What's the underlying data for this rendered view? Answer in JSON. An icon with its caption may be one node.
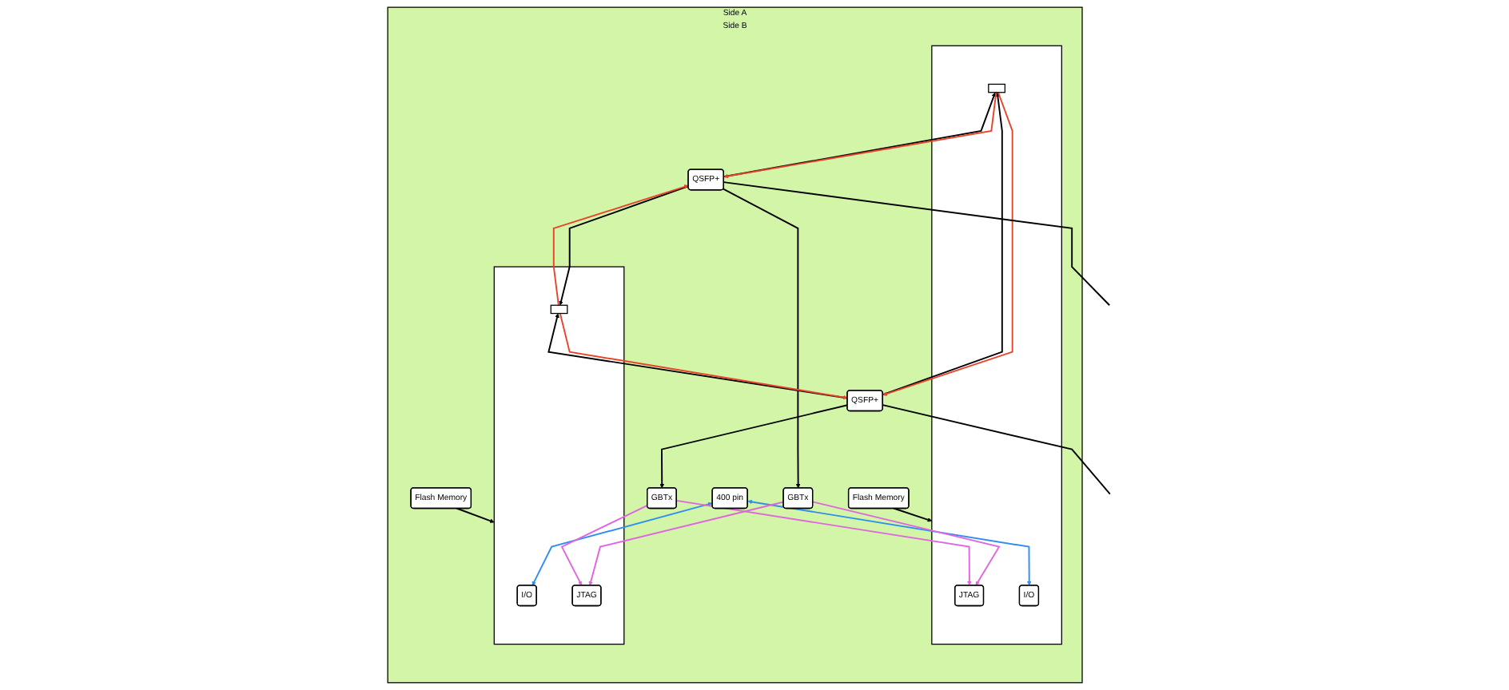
{
  "diagram": {
    "nodes": [
      {
        "text": [
          "Side A",
          "Side B"
        ]
      },
      {
        "text": [
          "Flash Memory"
        ],
        "in": 0
      },
      {
        "text": [],
        "shape": "box",
        "in": 0
      },
      {
        "text": [
          "JTAG"
        ],
        "in": 2
      },
      {
        "text": [
          "I/O"
        ],
        "in": 2
      },
      {
        "text": [],
        "shape": "box",
        "in": 2
      },
      {
        "text": [
          "GBTx"
        ],
        "in": 0
      },
      {
        "text": [
          "QSFP+"
        ],
        "in": 0
      },
      {
        "text": [
          "400 pin"
        ],
        "in": 0
      },
      {
        "text": [],
        "shape": "box",
        "in": 0
      },
      {
        "text": [
          "I/O"
        ],
        "in": 9
      },
      {
        "text": [],
        "shape": "box",
        "in": 9
      },
      {
        "text": [
          "JTAG"
        ],
        "in": 9
      },
      {
        "text": [
          "Flash Memory"
        ],
        "in": 0
      },
      {
        "text": [
          "GBTx"
        ],
        "in": 0
      },
      {
        "text": [
          "QSFP+"
        ],
        "in": 0
      }
    ],
    "edges": [
      {
        "from": 1,
        "to": 2,
        "arrow": "to"
      },
      {
        "from": 13,
        "to": 9,
        "arrow": "to"
      },
      {
        "from": 8,
        "to": 4,
        "arrow": "both",
        "color": "#2f8ef0"
      },
      {
        "from": 8,
        "to": 10,
        "arrow": "both",
        "color": "#2f8ef0"
      },
      {
        "from": 6,
        "to": 3,
        "arrow": "to",
        "color": "#e066e0"
      },
      {
        "from": 6,
        "to": 12,
        "arrow": "to",
        "color": "#e066e0"
      },
      {
        "from": 14,
        "to": 3,
        "arrow": "to",
        "color": "#e066e0"
      },
      {
        "from": 14,
        "to": 12,
        "arrow": "to",
        "color": "#e066e0"
      },
      {
        "from": 7,
        "to": 6,
        "arrow": "to"
      },
      {
        "from": 15,
        "to": 14,
        "arrow": "to"
      },
      {
        "from": 7,
        "to": 5,
        "arrow": "to"
      },
      {
        "from": 7,
        "to": 11,
        "arrow": "to"
      },
      {
        "from": 15,
        "to": 5,
        "arrow": "to"
      },
      {
        "from": 15,
        "to": 11,
        "arrow": "to"
      },
      {
        "from": 5,
        "to": 7,
        "arrow": "to",
        "color": "#e8442c"
      },
      {
        "from": 5,
        "to": 15,
        "arrow": "to",
        "color": "#e8442c"
      },
      {
        "from": 11,
        "to": 15,
        "arrow": "to",
        "color": "#e8442c"
      },
      {
        "from": 11,
        "to": 7,
        "arrow": "to",
        "color": "#e8442c"
      },
      {
        "from": 7,
        "to": null,
        "arrow": "none"
      },
      {
        "from": 15,
        "to": null,
        "arrow": "none"
      }
    ]
  }
}
